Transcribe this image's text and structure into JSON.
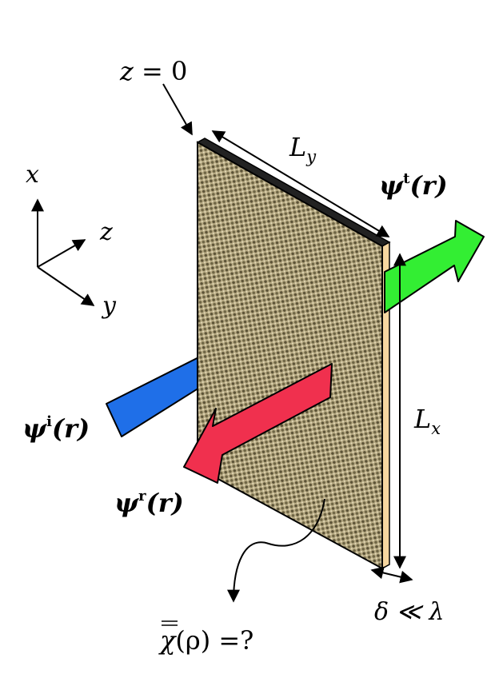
{
  "labels": {
    "z0": {
      "lhs": "z",
      "eq": " = 0"
    },
    "Ly": {
      "base": "L",
      "sub": "y"
    },
    "Lx": {
      "base": "L",
      "sub": "x"
    },
    "axis_x": "x",
    "axis_y": "y",
    "axis_z": "z",
    "psi_t": {
      "base": "ψ",
      "sup": "t",
      "arg": "(r)"
    },
    "psi_i": {
      "base": "ψ",
      "sup": "i",
      "arg": "(r)"
    },
    "psi_r": {
      "base": "ψ",
      "sup": "r",
      "arg": "(r)"
    },
    "delta": "δ ≪ λ",
    "chi": {
      "symbol": "χ",
      "arg": "(ρ)",
      "rest": " =?"
    }
  },
  "colors": {
    "transmitted": "#33ee33",
    "incident": "#1f6fe8",
    "reflected": "#f0304e",
    "slab_face": "#9c9170",
    "slab_edge": "#f6d6a0",
    "slab_top": "#222222"
  }
}
